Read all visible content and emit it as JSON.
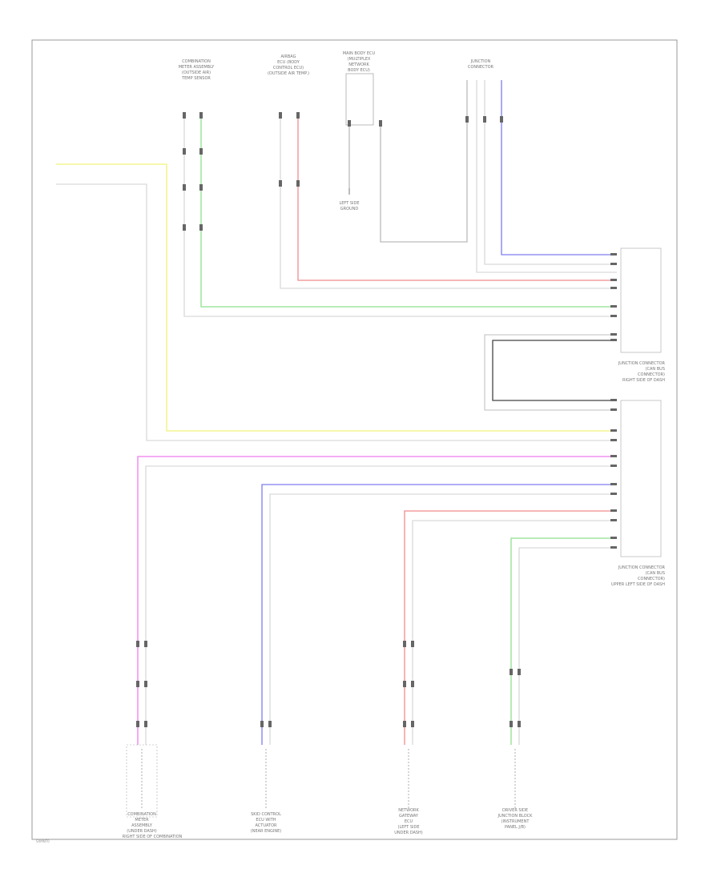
{
  "diagram": {
    "footer_code": "SXMNT0",
    "labels": {
      "top_comp_1": [
        "COMBINATION",
        "METER ASSEMBLY",
        "(OUTSIDE AIR)",
        "TEMP SENSOR"
      ],
      "top_comp_2": [
        "AIRBAG",
        "ECU (BODY",
        "CONTROL ECU)",
        "(OUTSIDE AIR TEMP.)"
      ],
      "top_comp_3": [
        "MAIN BODY ECU",
        "(MULTIPLEX",
        "NETWORK",
        "BODY ECU)"
      ],
      "top_comp_4": [
        "JUNCTION",
        "CONNECTOR"
      ],
      "ground_label": [
        "LEFT SIDE",
        "GROUND"
      ],
      "right_conn_1": [
        "JUNCTION CONNECTOR",
        "(CAN BUS",
        "CONNECTOR)",
        "RIGHT SIDE OF DASH"
      ],
      "right_conn_2": [
        "JUNCTION CONNECTOR",
        "(CAN BUS",
        "CONNECTOR)",
        "UPPER LEFT SIDE OF DASH"
      ],
      "bottom_comp_1": [
        "COMBINATION",
        "METER",
        "ASSEMBLY",
        "(UNDER DASH)",
        "RIGHT SIDE OF COMBINATION"
      ],
      "bottom_comp_2": [
        "SKID CONTROL",
        "ECU WITH",
        "ACTUATOR",
        "(NEAR ENGINE)"
      ],
      "bottom_comp_3": [
        "NETWORK",
        "GATEWAY",
        "ECU",
        "(LEFT SIDE",
        "UNDER DASH)"
      ],
      "bottom_comp_4": [
        "DRIVER SIDE",
        "JUNCTION BLOCK",
        "(INSTRUMENT",
        "PANEL J/B)"
      ]
    }
  }
}
